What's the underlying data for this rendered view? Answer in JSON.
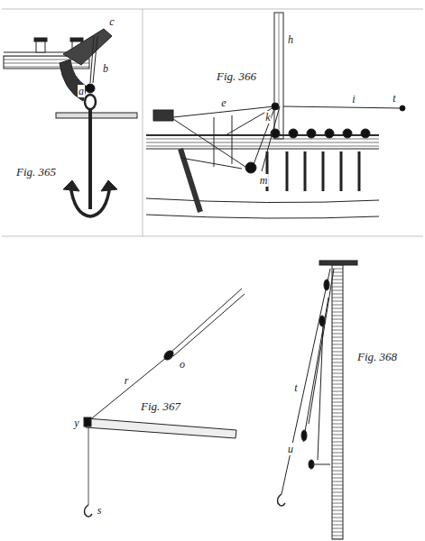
{
  "diagram": {
    "labels": [
      "Fig. 365",
      "c",
      "b",
      "a",
      "Fig. 366",
      "h",
      "e",
      "k",
      "i",
      "t",
      "m",
      "Fig. 367",
      "o",
      "r",
      "y",
      "s",
      "Fig. 368",
      "t",
      "u"
    ]
  }
}
